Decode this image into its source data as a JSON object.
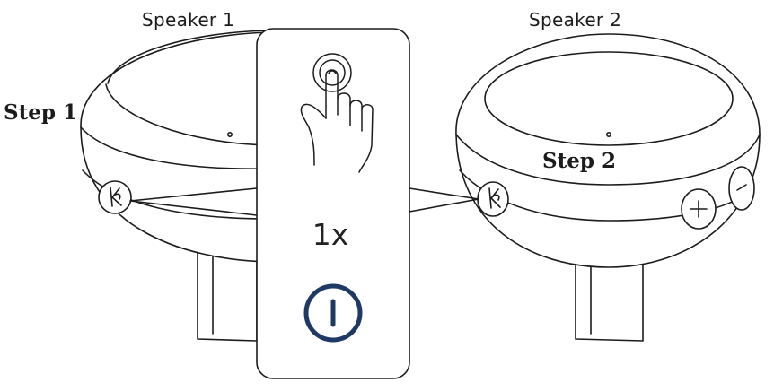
{
  "speakers": [
    {
      "label": "Speaker 1"
    },
    {
      "label": "Speaker 2"
    }
  ],
  "steps": [
    {
      "label": "Step 1"
    },
    {
      "label": "Step 2"
    }
  ],
  "callout": {
    "press_count": "1x",
    "icons": [
      "hand-press-icon",
      "power-icon"
    ]
  },
  "controls": {
    "pair_button_icon": "bluetooth-k-icon",
    "volume_up_symbol": "+",
    "volume_down_symbol": "−"
  },
  "colors": {
    "line": "#1c1c1c",
    "power_icon": "#1e3a64"
  }
}
